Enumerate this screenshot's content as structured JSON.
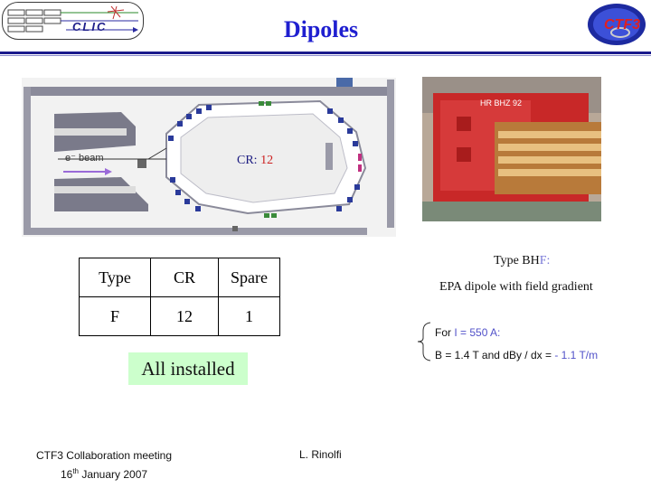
{
  "header": {
    "title": "Dipoles",
    "logo_left_text": "CLIC",
    "logo_right_text": "CTF3"
  },
  "layout_diagram": {
    "ring_label": "CR:",
    "ring_value": "12",
    "beam_label": "e⁻ beam"
  },
  "photo": {
    "magnet_plate": "HR BHZ 92"
  },
  "table": {
    "headers": [
      "Type",
      "CR",
      "Spare"
    ],
    "rows": [
      [
        "F",
        "12",
        "1"
      ]
    ]
  },
  "status": {
    "installed_label": "All installed"
  },
  "magnet_spec": {
    "type_prefix": "Type BH",
    "type_suffix": "F:",
    "description": "EPA dipole with field gradient",
    "condition_prefix": "For ",
    "condition_current": "I = 550 A:",
    "field_prefix": "B = 1.4 T and dBy / dx = ",
    "field_gradient": "- 1.1 T/m"
  },
  "footer": {
    "meeting_line1": "CTF3 Collaboration meeting",
    "meeting_day": "16",
    "meeting_day_suffix": "th",
    "meeting_rest": " January 2007",
    "author": "L. Rinolfi"
  },
  "colors": {
    "title": "#1f1fd0",
    "header_rule": "#1a1a8c",
    "highlight_box": "#ccffcc",
    "accent_red": "#cc2020",
    "accent_blue": "#5151c9"
  }
}
